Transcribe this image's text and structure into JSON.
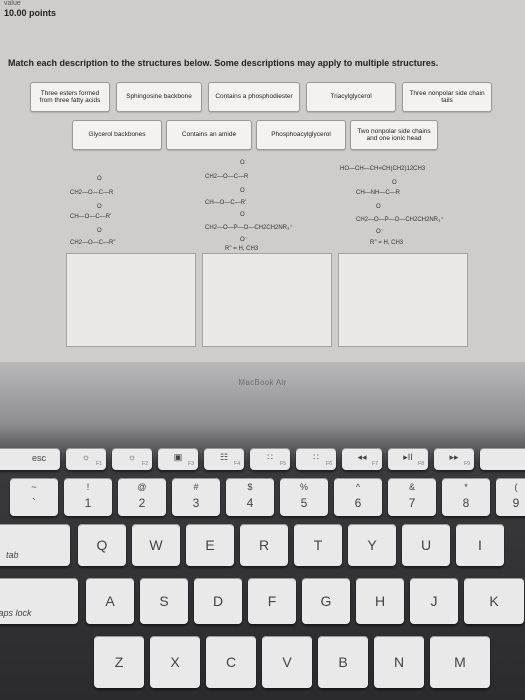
{
  "header": {
    "value_tag": "value",
    "points": "10.00 points"
  },
  "instructions": "Match each description to the structures below.  Some descriptions may apply to multiple structures.",
  "chips_row1": [
    "Three esters formed from three fatty acids",
    "Sphingosine backbone",
    "Contains a phosphodiester",
    "Triacylglycerol",
    "Three nonpolar side chain tails"
  ],
  "chips_row2": [
    "Glycerol backbones",
    "Contains an amide",
    "Phosphoacylglycerol",
    "Two nonpolar side chains and one ionic head"
  ],
  "structures": {
    "s1": [
      "CH2—O—C—R",
      "CH—O—C—R'",
      "CH2—O—C—R''"
    ],
    "s2": [
      "CH2—O—C—R",
      "CH—O—C—R'",
      "CH2—O—P—O—CH2CH2NR₃⁺",
      "O⁻",
      "R'' = H, CH3"
    ],
    "s3": [
      "HO—CH—CH=CH(CH2)12CH3",
      "CH—NH—C—R",
      "CH2—O—P—O—CH2CH2NR₃⁺",
      "O⁻",
      "R'' = H, CH3"
    ],
    "oxygen": "O"
  },
  "brand": "MacBook Air",
  "keys": {
    "fn_row": [
      {
        "label": "esc",
        "fn": ""
      },
      {
        "glyph": "☼",
        "fn": "F1"
      },
      {
        "glyph": "☼",
        "fn": "F2"
      },
      {
        "glyph": "▣",
        "fn": "F3"
      },
      {
        "glyph": "☷",
        "fn": "F4"
      },
      {
        "glyph": "∷",
        "fn": "F5"
      },
      {
        "glyph": "∷",
        "fn": "F6"
      },
      {
        "glyph": "◂◂",
        "fn": "F7"
      },
      {
        "glyph": "▸II",
        "fn": "F8"
      },
      {
        "glyph": "▸▸",
        "fn": "F9"
      }
    ],
    "number_row": [
      {
        "top": "~",
        "bot": "`"
      },
      {
        "top": "!",
        "bot": "1"
      },
      {
        "top": "@",
        "bot": "2"
      },
      {
        "top": "#",
        "bot": "3"
      },
      {
        "top": "$",
        "bot": "4"
      },
      {
        "top": "%",
        "bot": "5"
      },
      {
        "top": "^",
        "bot": "6"
      },
      {
        "top": "&",
        "bot": "7"
      },
      {
        "top": "*",
        "bot": "8"
      },
      {
        "top": "(",
        "bot": "9"
      }
    ],
    "row_q": [
      "tab",
      "Q",
      "W",
      "E",
      "R",
      "T",
      "Y",
      "U",
      "I"
    ],
    "row_a": [
      "caps lock",
      "A",
      "S",
      "D",
      "F",
      "G",
      "H",
      "J",
      "K"
    ],
    "row_z": [
      "Z",
      "X",
      "C",
      "V",
      "B",
      "N",
      "M"
    ]
  }
}
